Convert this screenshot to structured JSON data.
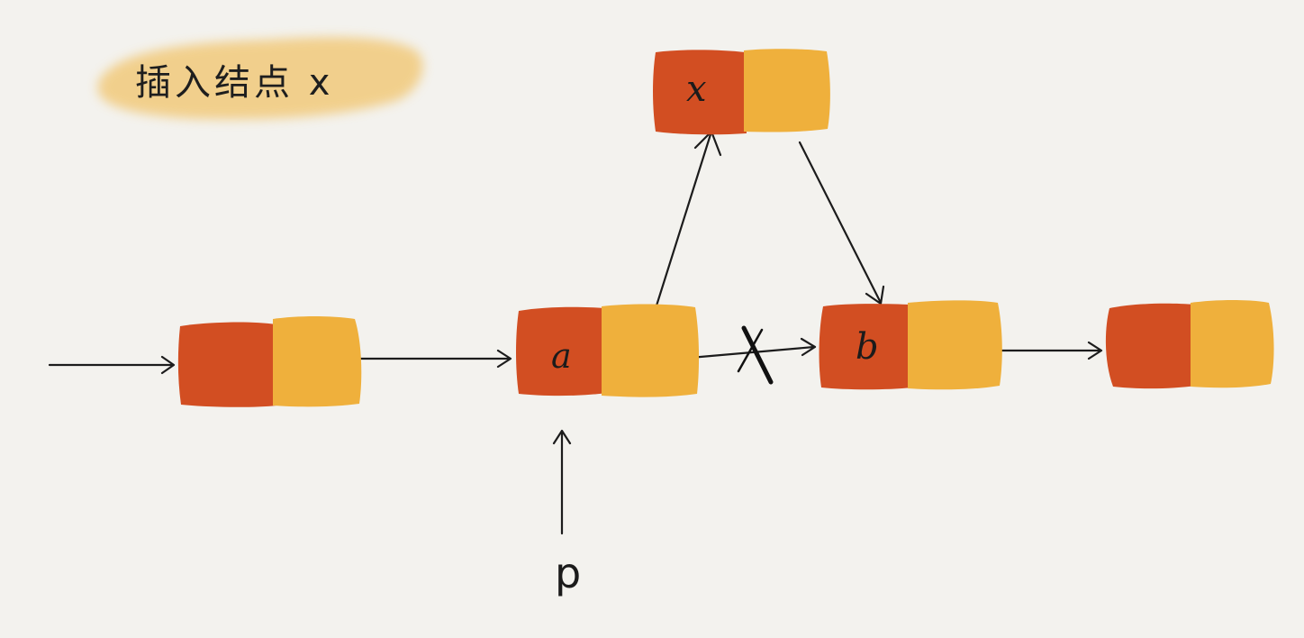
{
  "title": "插入结点 x",
  "nodes": {
    "x": {
      "label": "x"
    },
    "a": {
      "label": "a"
    },
    "b": {
      "label": "b"
    }
  },
  "pointer": {
    "label": "p"
  },
  "colors": {
    "background": "#f3f2ee",
    "data_cell": "#d24e22",
    "next_cell": "#efb03c",
    "title_highlight": "#f1c46c",
    "ink": "#1c1c1c"
  }
}
